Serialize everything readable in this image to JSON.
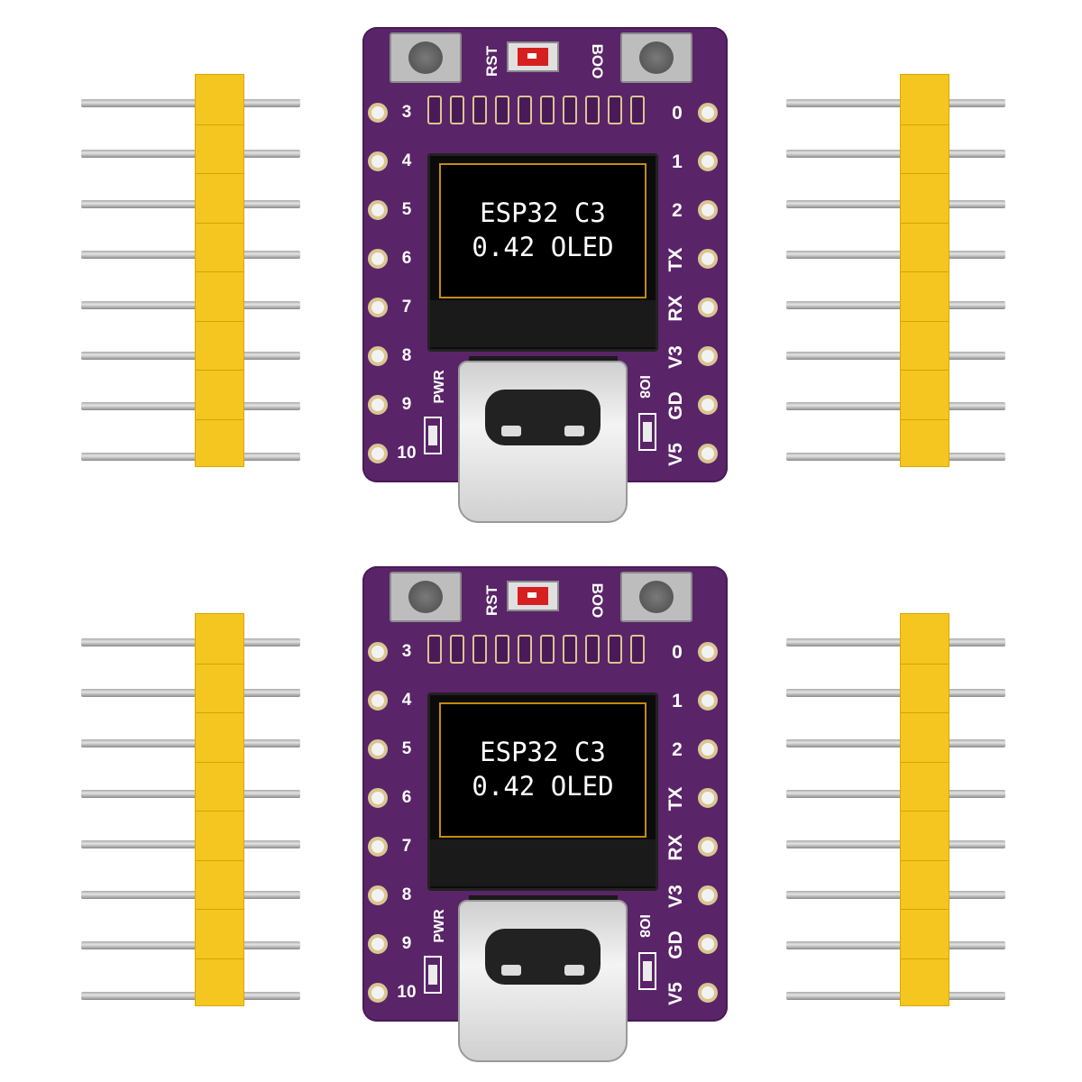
{
  "product": {
    "oled_line1": "ESP32 C3",
    "oled_line2": "0.42 OLED"
  },
  "labels": {
    "left_pins": [
      "3",
      "4",
      "5",
      "6",
      "7",
      "8",
      "9",
      "10"
    ],
    "right_pins": [
      "0",
      "1",
      "2",
      "TX",
      "RX",
      "V3",
      "GD",
      "V5"
    ],
    "rst": "RST",
    "boot": "BOO",
    "pwr": "PWR",
    "io8": "IO8"
  },
  "colors": {
    "pcb": "#5a2468",
    "header_plastic": "#f4c61f",
    "pin_metal": "#b0b0b0",
    "oled_text": "#ffffff"
  }
}
